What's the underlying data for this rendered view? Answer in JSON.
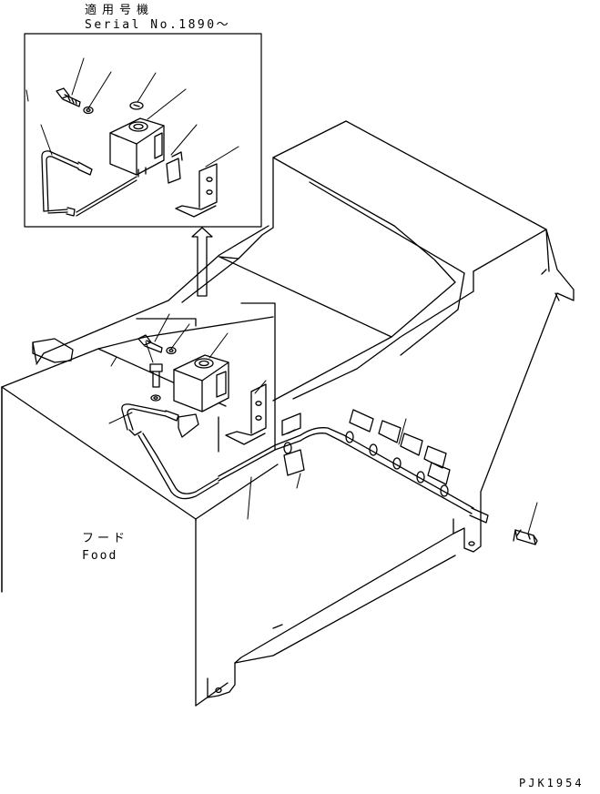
{
  "header": {
    "applicable_models": "適用号機",
    "serial": "Serial No.1890～"
  },
  "hood_label": {
    "japanese": "フード",
    "english": "Food"
  },
  "drawing_code": "PJK1954",
  "colors": {
    "line": "#000000",
    "background": "#ffffff"
  }
}
